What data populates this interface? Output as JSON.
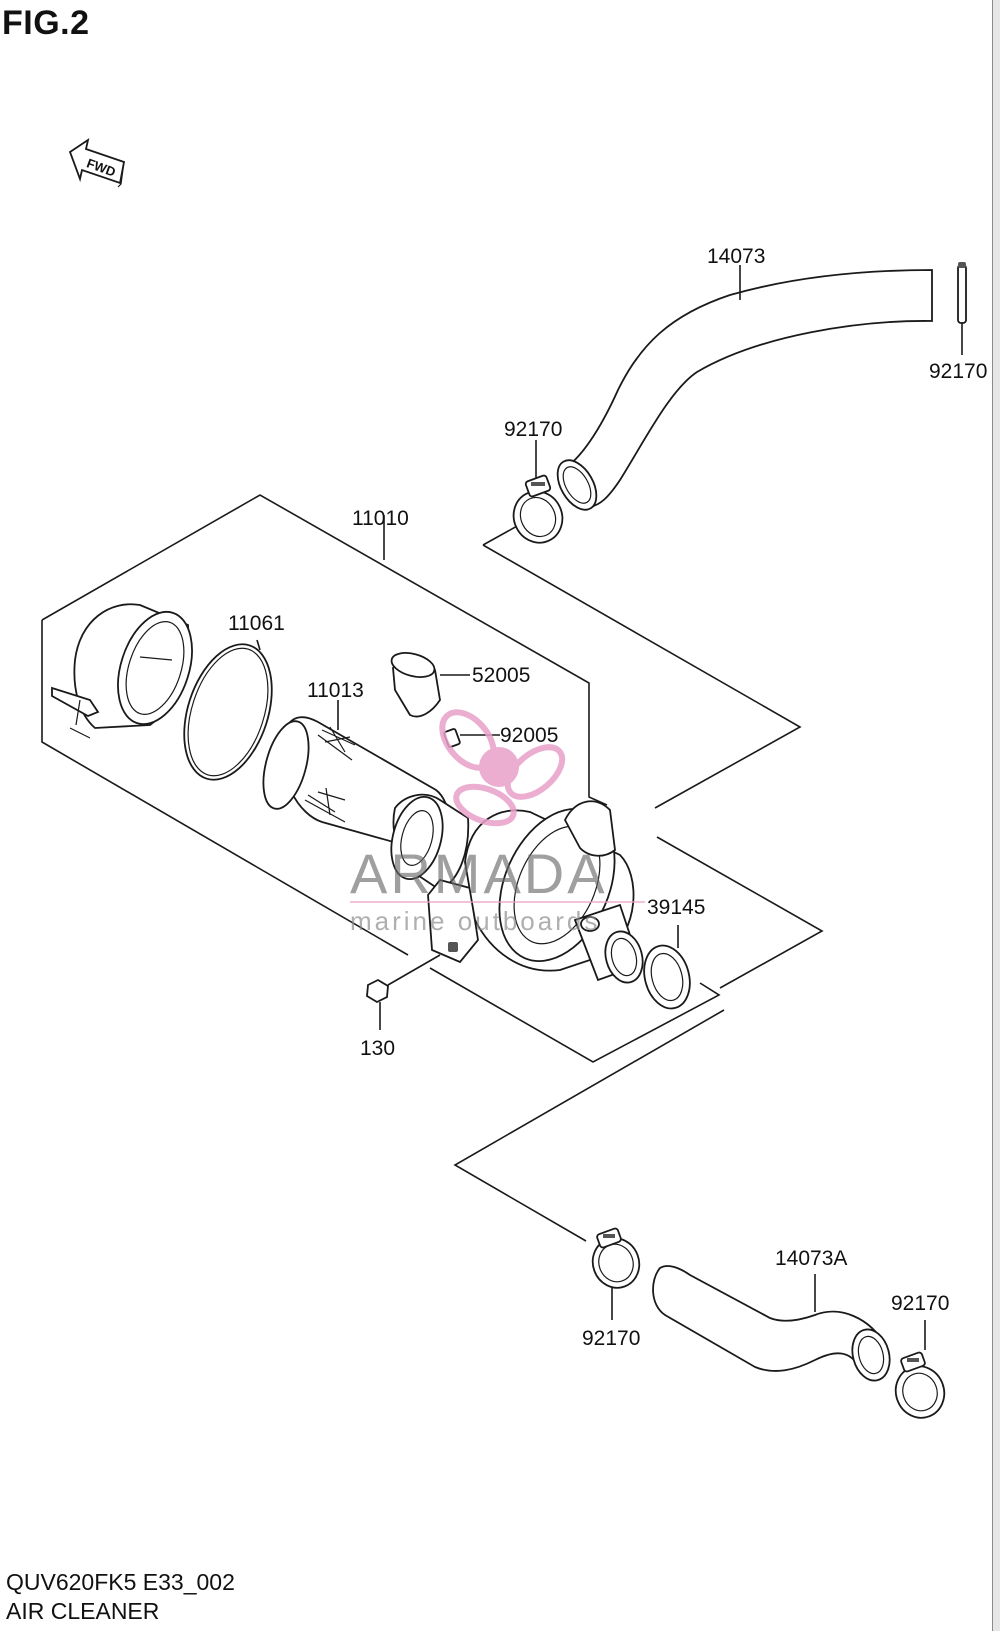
{
  "figure": {
    "title": "FIG.2",
    "code": "QUV620FK5 E33_002",
    "name": "AIR CLEANER",
    "direction_label": "FWD"
  },
  "watermark": {
    "brand": "ARMADA",
    "tagline": "marine outboards",
    "accent_color": "#e8a0c8"
  },
  "parts": {
    "hose_upper": "14073",
    "clamp_upper_right": "92170",
    "clamp_upper_left": "92170",
    "assembly": "11010",
    "gasket": "11061",
    "element": "11013",
    "valve": "52005",
    "fitting": "92005",
    "ring": "39145",
    "bolt": "130",
    "clamp_lower_left": "92170",
    "hose_lower": "14073A",
    "clamp_lower_right": "92170"
  }
}
